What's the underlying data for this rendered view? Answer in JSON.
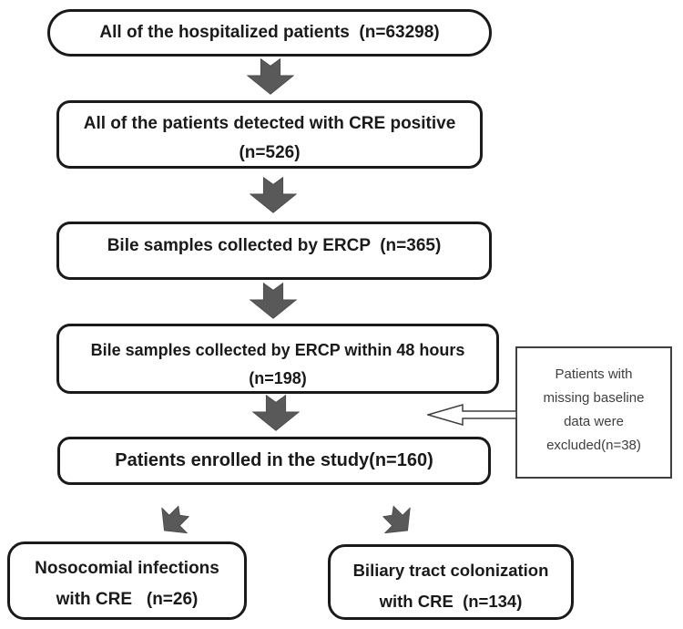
{
  "figure": {
    "type": "flowchart",
    "background": "#ffffff",
    "box_border_color": "#1a1a1a",
    "side_box_border_color": "#3f3f3f",
    "arrow_fill_color": "#595959",
    "exclusion_arrow_style": "hollow-outline",
    "boxes": {
      "hospitalized": {
        "line1": "All of the hospitalized patients  (n=63298)",
        "n": 63298
      },
      "cre_positive": {
        "line1": "All of the patients detected with CRE positive",
        "line2": "(n=526)",
        "n": 526
      },
      "ercp": {
        "line1": "Bile samples collected by ERCP  (n=365)",
        "n": 365
      },
      "ercp48": {
        "line1": "Bile samples collected by ERCP within 48 hours",
        "line2": "(n=198)",
        "n": 198
      },
      "enrolled": {
        "line1": "Patients enrolled in the study(n=160)",
        "n": 160
      },
      "excluded": {
        "line1": "Patients with",
        "line2": "missing baseline",
        "line3": "data were",
        "line4": "excluded(n=38)",
        "n": 38
      },
      "nosocomial": {
        "line1": "Nosocomial infections",
        "line2": "with CRE   (n=26)",
        "n": 26
      },
      "colonization": {
        "line1": "Biliary tract colonization",
        "line2": "with CRE  (n=134)",
        "n": 134
      }
    }
  }
}
